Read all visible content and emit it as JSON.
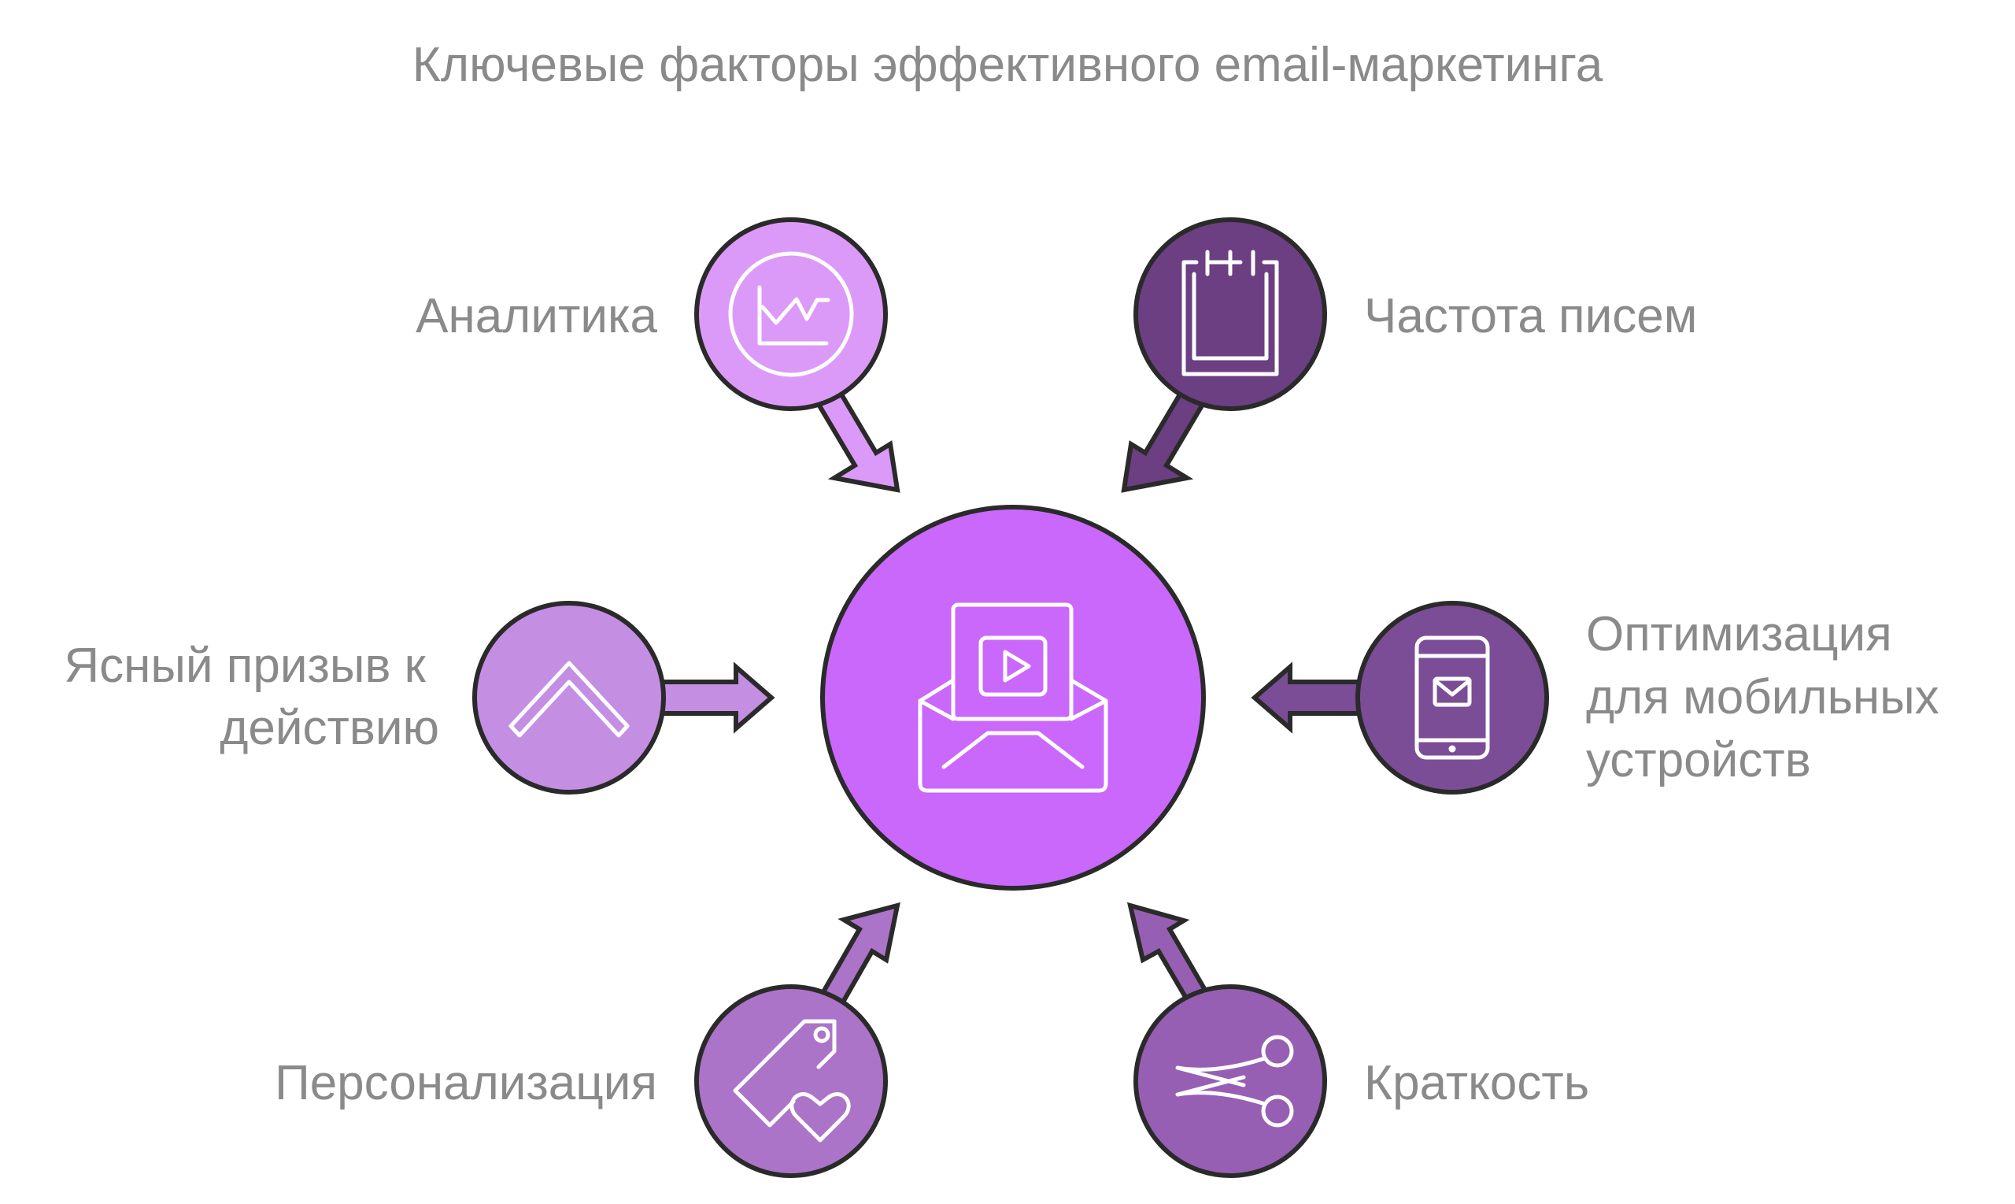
{
  "title": "Ключевые факторы эффективного email-маркетинга",
  "center": {
    "icon": "envelope-video-icon",
    "color": "#c968fa"
  },
  "factors": [
    {
      "id": "analytics",
      "label_lines": [
        "Аналитика"
      ],
      "icon": "chart-line-icon",
      "color": "#dc9af8"
    },
    {
      "id": "frequency",
      "label_lines": [
        "Частота писем"
      ],
      "icon": "calendar-icon",
      "color": "#6b3f82"
    },
    {
      "id": "cta",
      "label_lines": [
        "Ясный призыв к",
        "действию"
      ],
      "icon": "chevron-up-icon",
      "color": "#c48ee3"
    },
    {
      "id": "mobile",
      "label_lines": [
        "Оптимизация",
        "для мобильных",
        "устройств"
      ],
      "icon": "mobile-mail-icon",
      "color": "#7c4d97"
    },
    {
      "id": "personalization",
      "label_lines": [
        "Персонализация"
      ],
      "icon": "tag-heart-icon",
      "color": "#ac74c8"
    },
    {
      "id": "brevity",
      "label_lines": [
        "Краткость"
      ],
      "icon": "scissors-icon",
      "color": "#975fb3"
    }
  ]
}
